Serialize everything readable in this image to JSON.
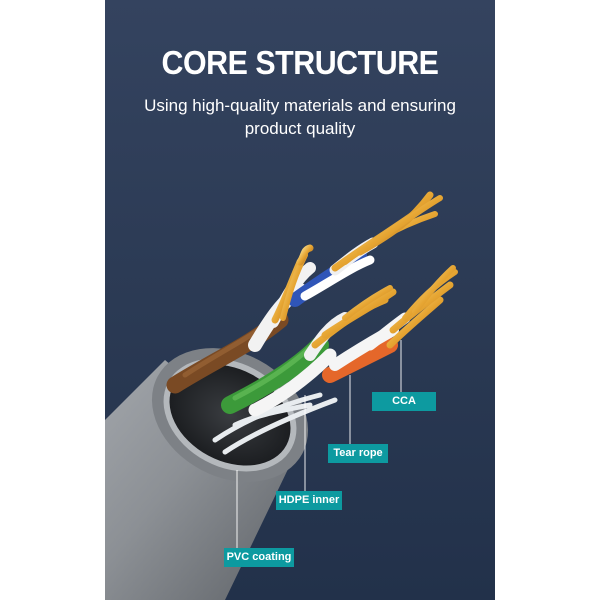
{
  "header": {
    "title": "CORE STRUCTURE",
    "subtitle_line1": "Using high-quality materials and ensuring",
    "subtitle_line2": "product quality"
  },
  "callouts": {
    "cca": "CCA",
    "tear_rope": "Tear rope",
    "hdpe_inner": "HDPE inner",
    "pvc_coating": "PVC coating"
  },
  "colors": {
    "background": "#2c3b55",
    "callout": "#0d9aa0",
    "jacket": "#8d9196",
    "copper": "#e3a634",
    "pair_brown": "#7a4a24",
    "pair_green": "#3c9a3a",
    "pair_orange": "#e5672a",
    "pair_blue": "#2f55b8"
  }
}
